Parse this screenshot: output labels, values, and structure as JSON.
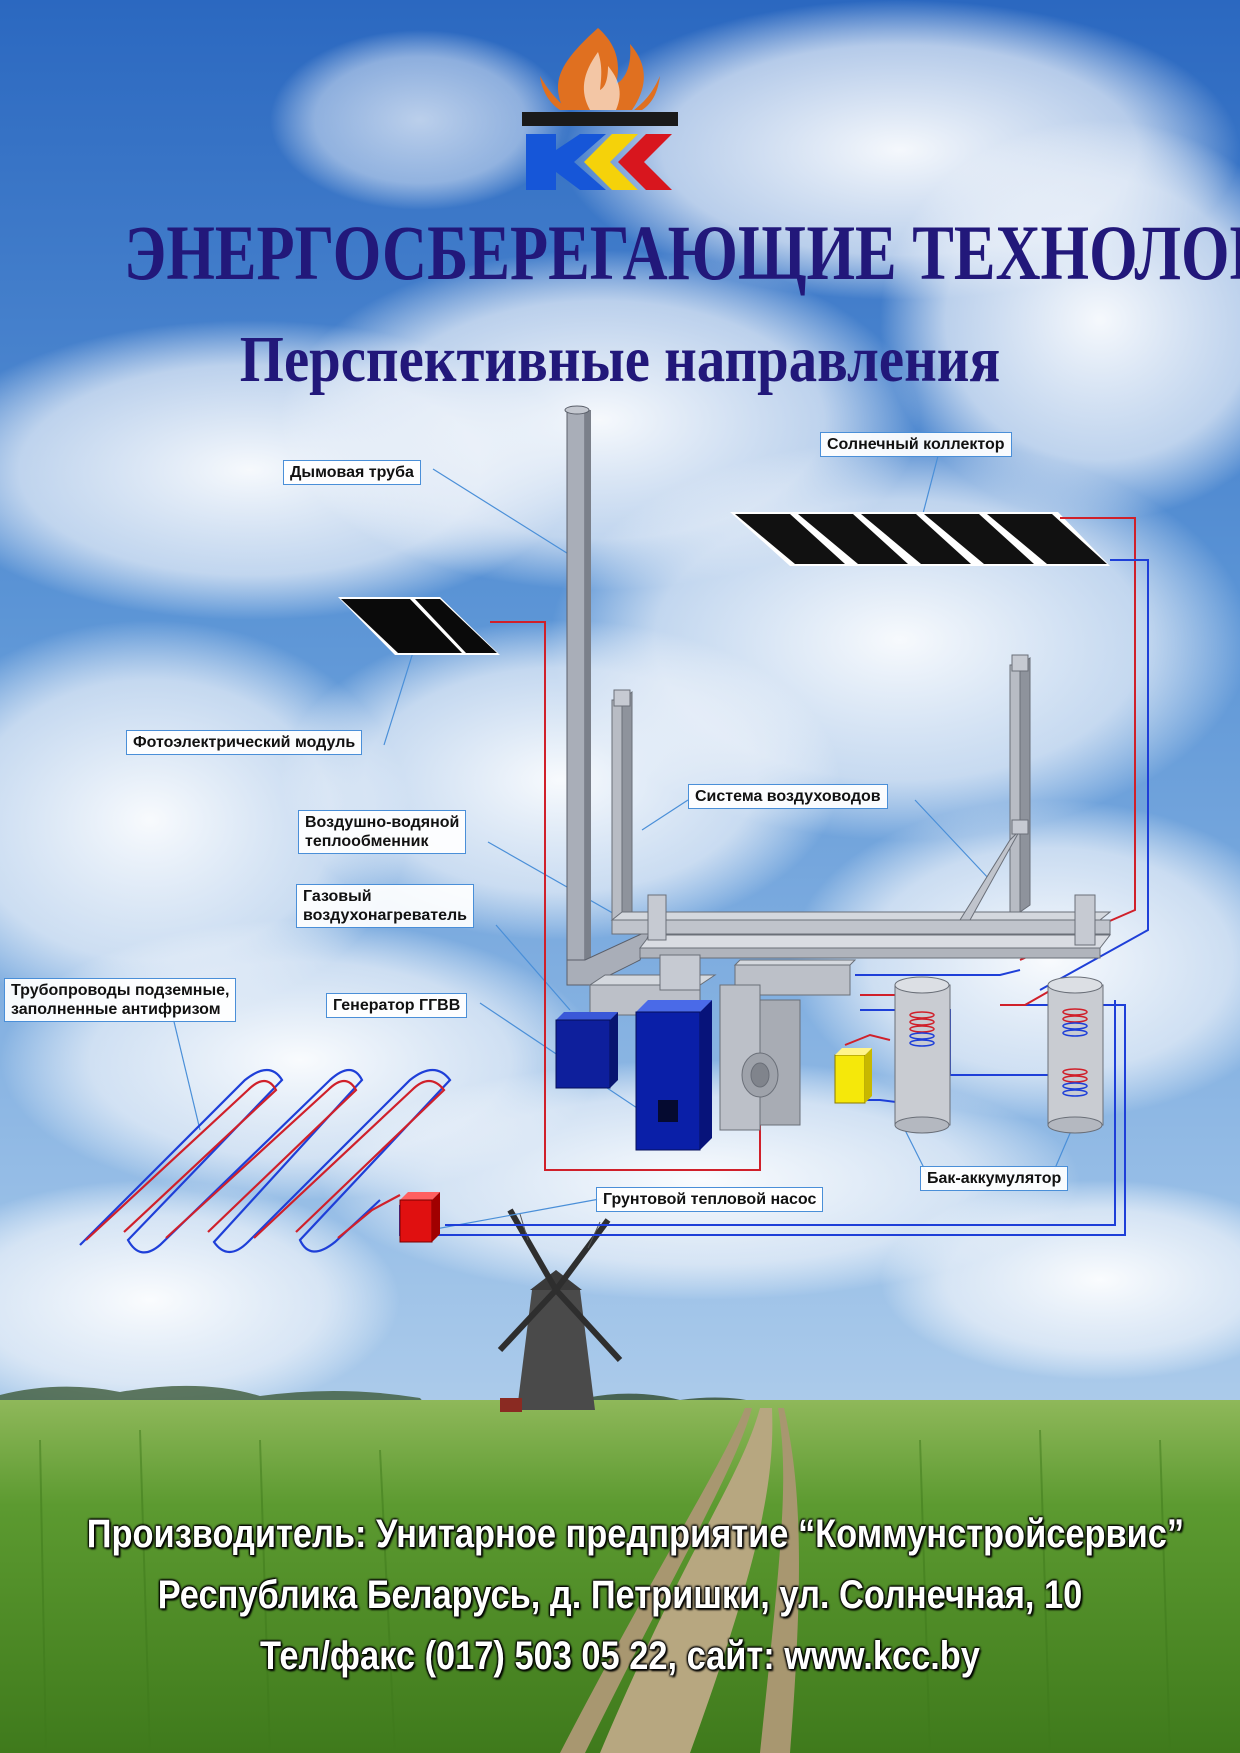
{
  "header": {
    "title": "ЭНЕРГОСБЕРЕГАЮЩИЕ ТЕХНОЛОГИИ",
    "subtitle": "Перспективные направления",
    "logo_icon": "kcc-flame-logo-icon"
  },
  "labels": {
    "chimney": "Дымовая труба",
    "solar_collector": "Солнечный коллектор",
    "pv_module": "Фотоэлектрический модуль",
    "duct_system": "Система воздуховодов",
    "air_water_exchanger_l1": "Воздушно-водяной",
    "air_water_exchanger_l2": "теплообменник",
    "gas_heater_l1": "Газовый",
    "gas_heater_l2": "воздухонагреватель",
    "underground_pipes_l1": "Трубопроводы подземные,",
    "underground_pipes_l2": "заполненные антифризом",
    "generator": "Генератор ГГВВ",
    "storage_tank": "Бак-аккумулятор",
    "ground_heat_pump": "Грунтовой тепловой насос"
  },
  "footer": {
    "line1": "Производитель: Унитарное предприятие “Коммунстройсервис”",
    "line2": "Республика Беларусь, д. Петришки, ул. Солнечная, 10",
    "line3": "Тел/факс (017) 503 05 22, сайт: www.kcc.by"
  },
  "colors": {
    "title": "#22187a",
    "sky_top": "#2e6fc4",
    "grass": "#5a9a2e",
    "hot_pipe": "#d0202a",
    "cold_pipe": "#1e3fd8",
    "equipment_blue": "#0a1fa8"
  }
}
